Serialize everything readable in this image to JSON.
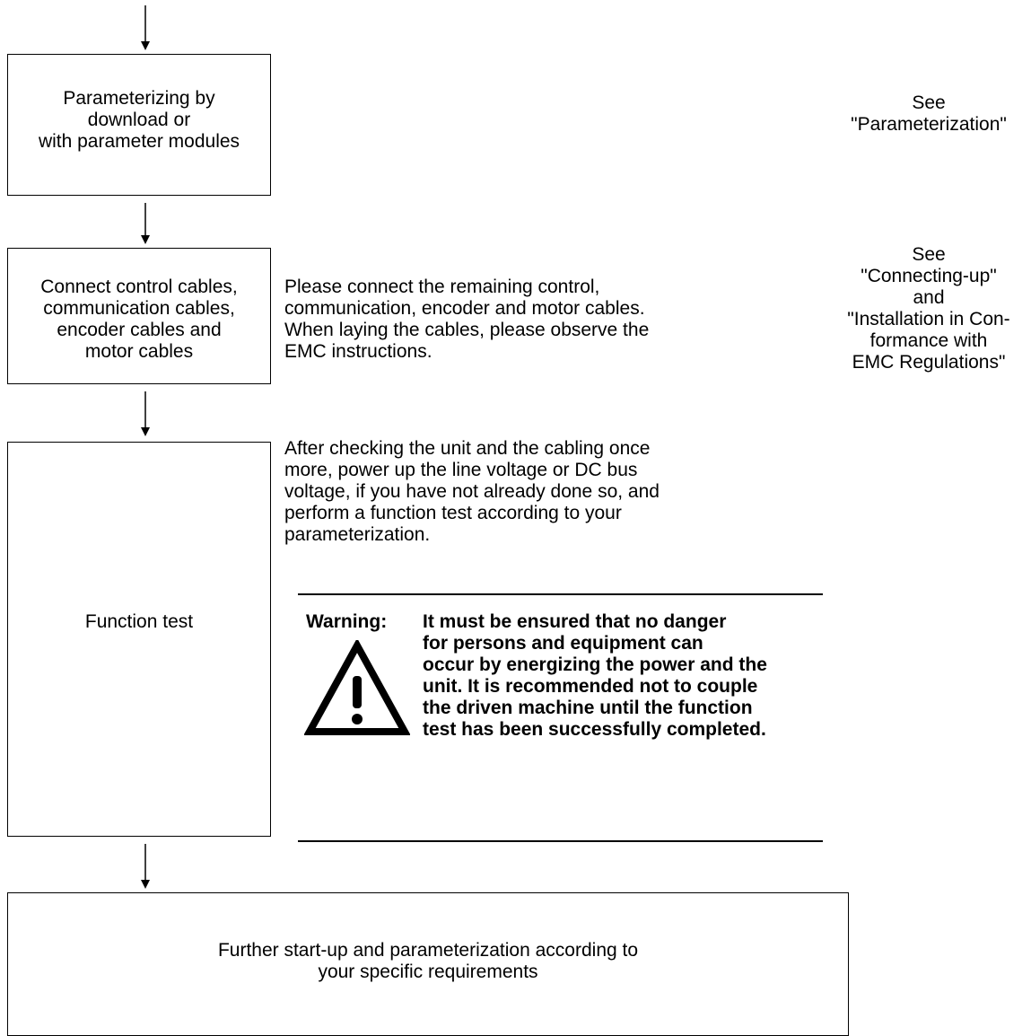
{
  "steps": [
    {
      "label_lines": [
        "Parameterizing by",
        "download or",
        "with parameter modules"
      ]
    },
    {
      "label_lines": [
        "Connect control cables,",
        "communication cables,",
        "encoder cables and",
        "motor cables"
      ]
    },
    {
      "label_lines": [
        "Function test"
      ]
    },
    {
      "label_lines": [
        "Further start-up and parameterization according to",
        "your specific requirements"
      ]
    }
  ],
  "references": [
    {
      "lines": [
        "See",
        "\"Parameterization\""
      ]
    },
    {
      "lines": [
        "See",
        "\"Connecting-up\"",
        "and",
        "\"Installation in Con-",
        "formance with",
        "EMC Regulations\""
      ]
    }
  ],
  "descriptions": {
    "connect": [
      "Please connect the remaining control,",
      "communication, encoder and motor cables.",
      "When laying the cables, please observe the",
      "EMC instructions."
    ],
    "function_test": [
      "After checking the unit and the cabling once",
      "more, power up the line voltage or DC bus",
      "voltage, if you have not already done so, and",
      "perform a function test according to your",
      "parameterization."
    ]
  },
  "warning": {
    "label": "Warning:",
    "lines": [
      "It must be ensured that no danger",
      "for persons and equipment can",
      "occur by energizing the power and the",
      "unit. It is recommended not to couple",
      "the driven machine until the function",
      "test has been successfully completed."
    ],
    "icon": "warning-triangle-icon"
  }
}
